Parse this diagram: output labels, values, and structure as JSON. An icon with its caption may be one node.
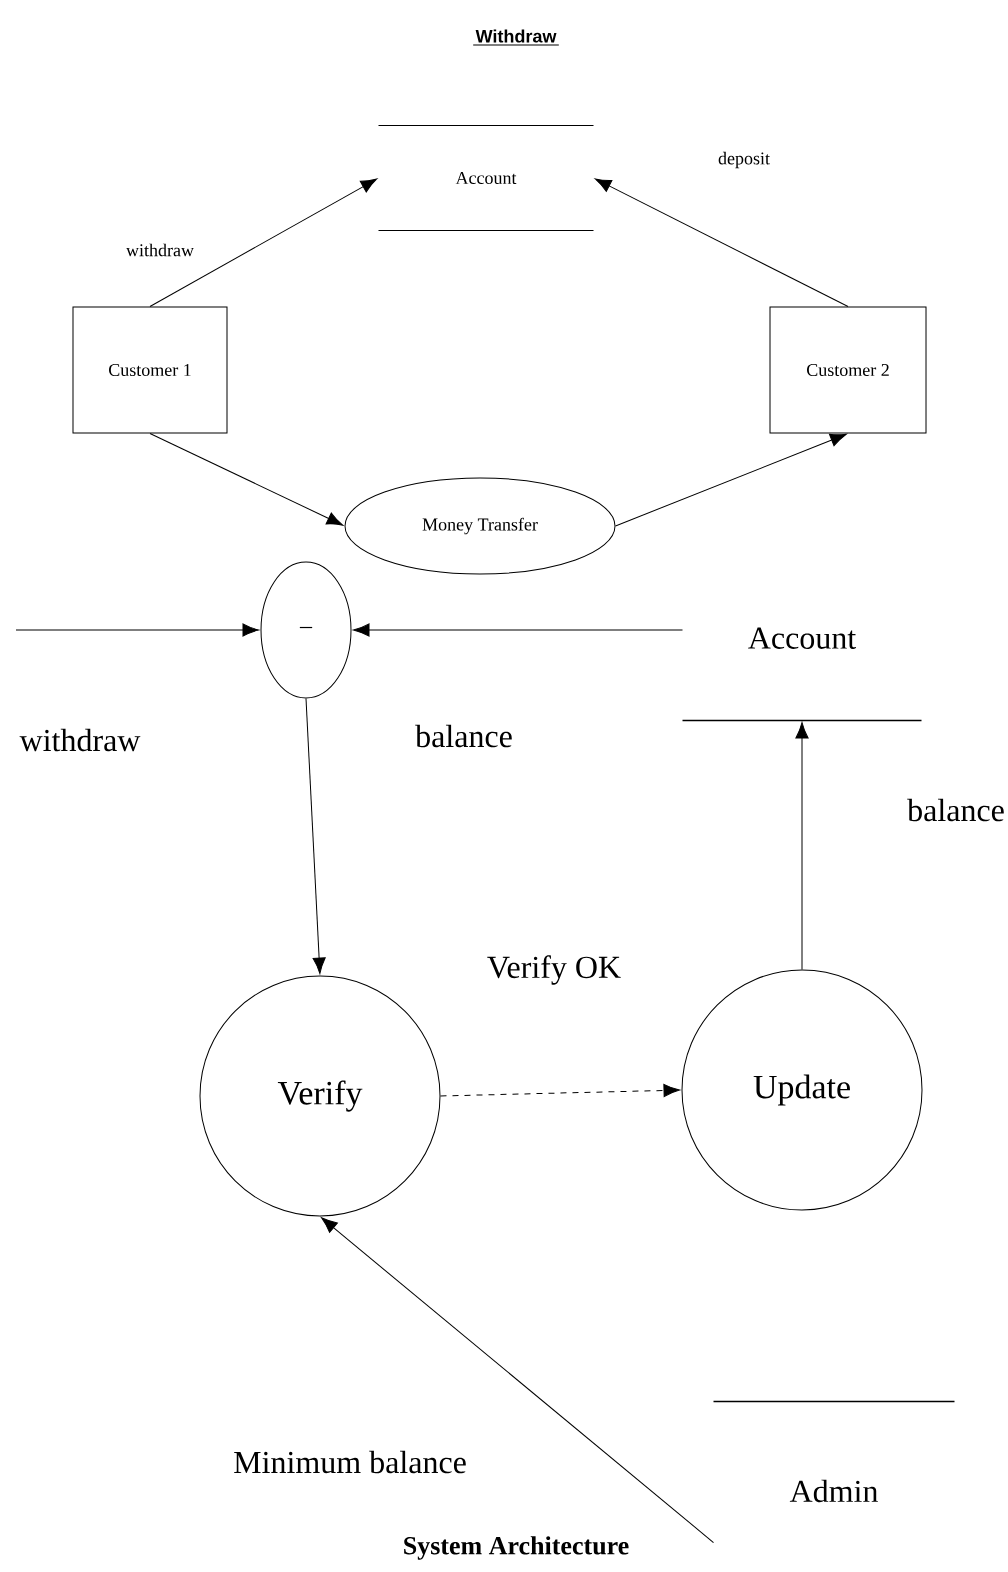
{
  "diagram": {
    "title": "Withdraw",
    "caption": "System Architecture",
    "nodes": [
      {
        "text": [
          "Account"
        ]
      },
      {
        "text": [
          "Customer 1"
        ]
      },
      {
        "text": [
          "Customer 2"
        ]
      },
      {
        "text": [
          "Money Transfer"
        ]
      },
      {
        "text": [
          "–"
        ]
      },
      {
        "text": [
          "Account"
        ]
      },
      {
        "text": [
          "Verify"
        ]
      },
      {
        "text": [
          "Update"
        ]
      },
      {
        "text": [
          "Admin"
        ]
      }
    ],
    "edges": [
      {
        "from": 1,
        "to": 0,
        "arrow": "to",
        "label": "withdraw"
      },
      {
        "from": 2,
        "to": 0,
        "arrow": "to",
        "label": "deposit"
      },
      {
        "from": 1,
        "to": 3,
        "arrow": "to"
      },
      {
        "from": 3,
        "to": 2,
        "arrow": "to"
      },
      {
        "from": null,
        "to": 4,
        "arrow": "to",
        "label": "withdraw"
      },
      {
        "from": 5,
        "to": 4,
        "arrow": "to",
        "label": "balance"
      },
      {
        "from": 4,
        "to": 6,
        "arrow": "to"
      },
      {
        "from": 6,
        "to": 7,
        "arrow": "to",
        "style": "dashed",
        "label": "Verify OK"
      },
      {
        "from": 7,
        "to": 5,
        "arrow": "to",
        "label": "balance"
      },
      {
        "from": 8,
        "to": 6,
        "arrow": "to",
        "label": "Minimum balance"
      }
    ]
  }
}
